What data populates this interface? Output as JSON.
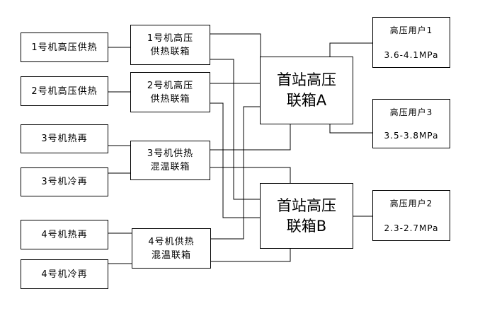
{
  "sources": {
    "s1": "1号机高压供热",
    "s2": "2号机高压供热",
    "s3_hot": "3号机热再",
    "s3_cold": "3号机冷再",
    "s4_hot": "4号机热再",
    "s4_cold": "4号机冷再"
  },
  "headers": {
    "h1": [
      "1号机高压",
      "供热联箱"
    ],
    "h2": [
      "2号机高压",
      "供热联箱"
    ],
    "h3": [
      "3号机供热",
      "混温联箱"
    ],
    "h4": [
      "4号机供热",
      "混温联箱"
    ]
  },
  "hubs": {
    "a": [
      "首站高压",
      "联箱A"
    ],
    "b": [
      "首站高压",
      "联箱B"
    ]
  },
  "users": {
    "u1": {
      "name": "高压用户1",
      "pressure": "3.6-4.1MPa"
    },
    "u3": {
      "name": "高压用户3",
      "pressure": "3.5-3.8MPa"
    },
    "u2": {
      "name": "高压用户2",
      "pressure": "2.3-2.7MPa"
    }
  }
}
